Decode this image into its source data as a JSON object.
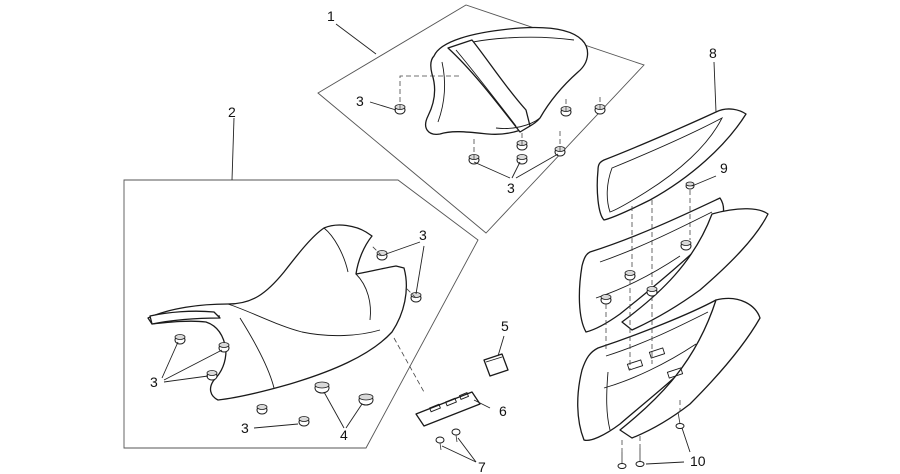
{
  "diagram": {
    "callouts": [
      {
        "id": "c1",
        "text": "1"
      },
      {
        "id": "c2",
        "text": "2"
      },
      {
        "id": "c3a",
        "text": "3"
      },
      {
        "id": "c3b",
        "text": "3"
      },
      {
        "id": "c3c",
        "text": "3"
      },
      {
        "id": "c3d",
        "text": "3"
      },
      {
        "id": "c3e",
        "text": "3"
      },
      {
        "id": "c4",
        "text": "4"
      },
      {
        "id": "c5",
        "text": "5"
      },
      {
        "id": "c6",
        "text": "6"
      },
      {
        "id": "c7",
        "text": "7"
      },
      {
        "id": "c8",
        "text": "8"
      },
      {
        "id": "c9",
        "text": "9"
      },
      {
        "id": "c10",
        "text": "10"
      }
    ]
  }
}
